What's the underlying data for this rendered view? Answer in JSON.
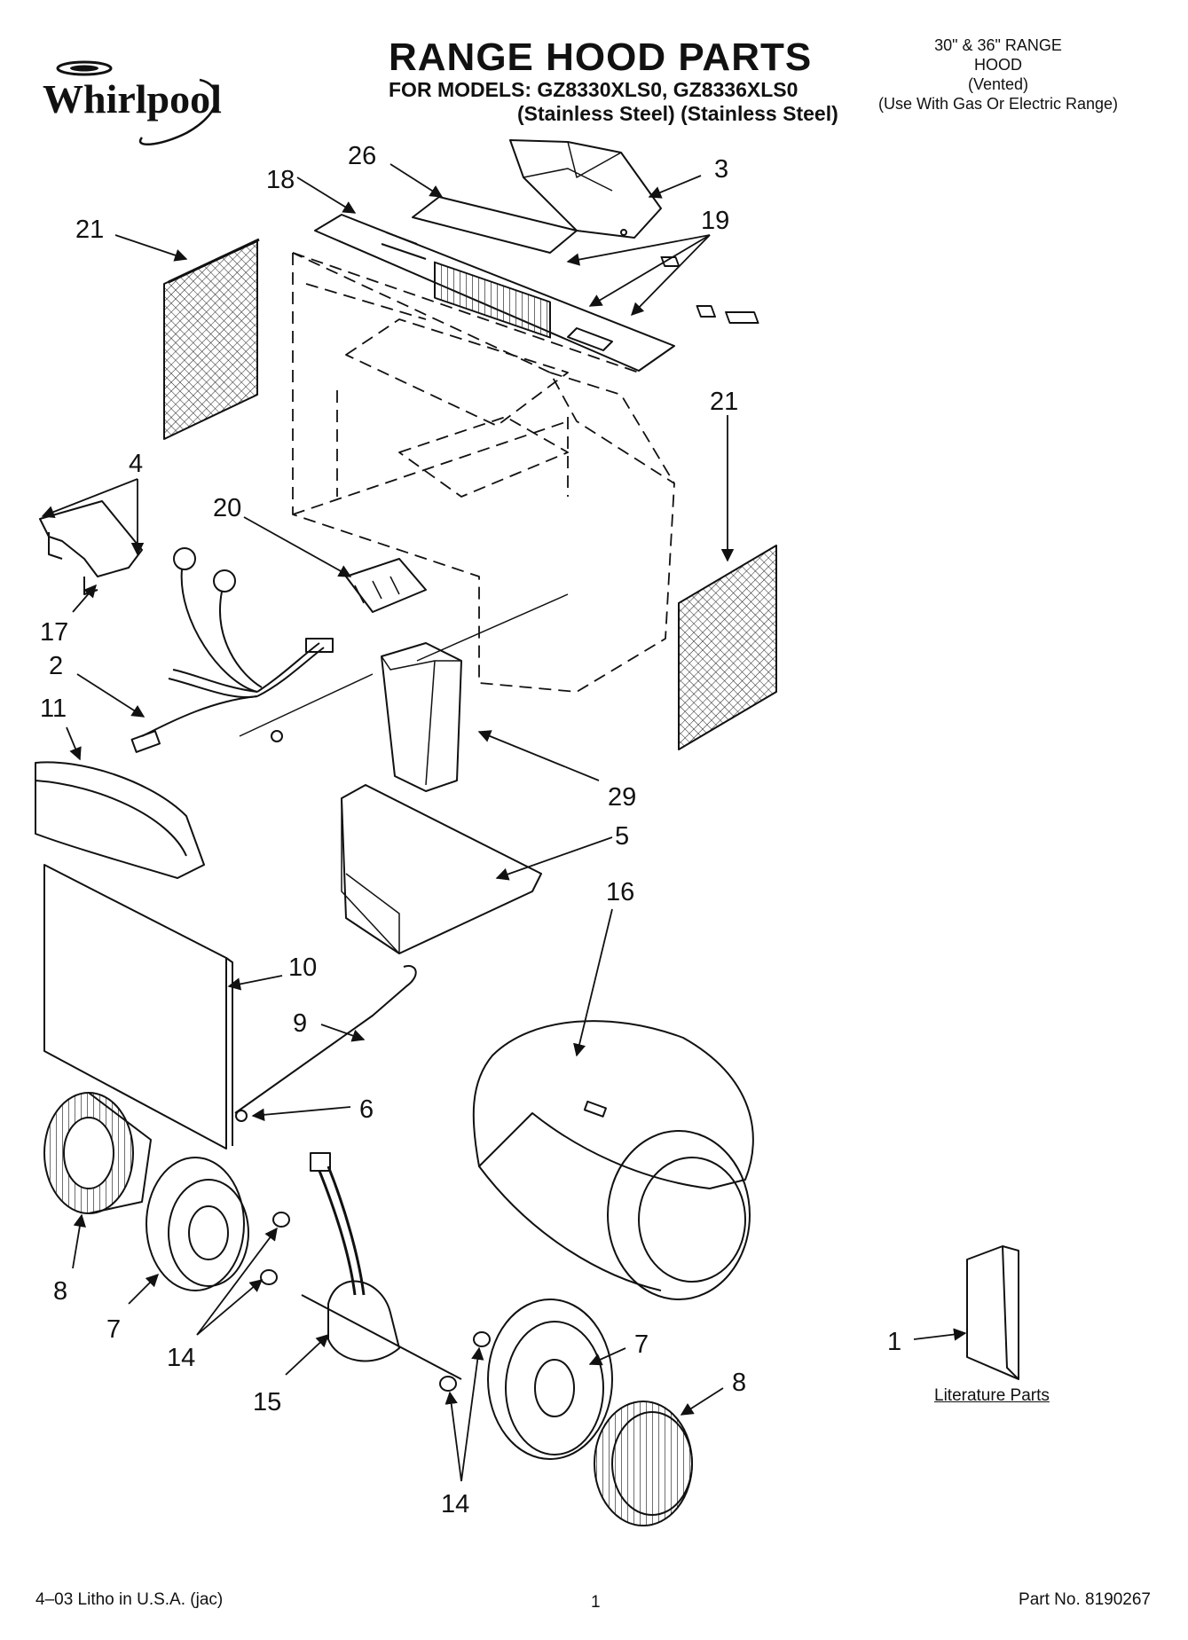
{
  "header": {
    "brand": "Whirlpool",
    "title": "RANGE HOOD PARTS",
    "models": "FOR MODELS: GZ8330XLS0, GZ8336XLS0",
    "finishes": "(Stainless Steel) (Stainless Steel)",
    "description": [
      "30\" & 36\" RANGE",
      "HOOD",
      "(Vented)",
      "(Use With Gas Or Electric Range)"
    ]
  },
  "callouts": {
    "c26": "26",
    "c18": "18",
    "c3": "3",
    "c19": "19",
    "c21a": "21",
    "c21b": "21",
    "c4": "4",
    "c20": "20",
    "c17": "17",
    "c2": "2",
    "c11": "11",
    "c29": "29",
    "c5": "5",
    "c16": "16",
    "c10": "10",
    "c9": "9",
    "c6": "6",
    "c8a": "8",
    "c7a": "7",
    "c14a": "14",
    "c15": "15",
    "c7b": "7",
    "c8b": "8",
    "c14b": "14",
    "c1": "1"
  },
  "literature_label": "Literature Parts",
  "footer": {
    "left": "4–03 Litho in U.S.A. (jac)",
    "page": "1",
    "right": "Part No. 8190267"
  }
}
